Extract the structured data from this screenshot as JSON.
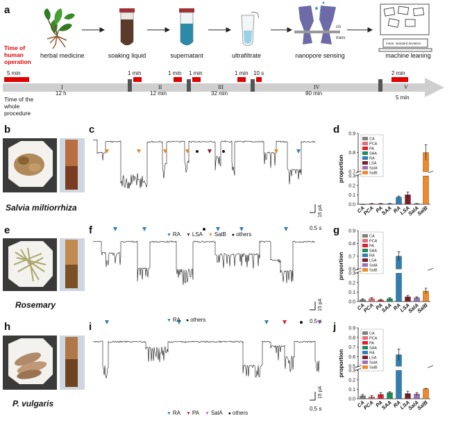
{
  "panel_a": {
    "label": "a",
    "steps": [
      "herbal medicine",
      "soaking liquid",
      "supernatant",
      "ultrafiltrate",
      "nanopore sensing",
      "machine leaning"
    ],
    "human_time_label": "Time of\nhuman\noperation",
    "whole_time_label": "Time of the\nwhole\nprocedure",
    "human_times": [
      "5 min",
      "1 min",
      "1 min",
      "1 min",
      "1 min",
      "10 s",
      "2 min"
    ],
    "phases": [
      {
        "roman": "I",
        "duration": "12 h"
      },
      {
        "roman": "II",
        "duration": "12 min"
      },
      {
        "roman": "III",
        "duration": "32 min"
      },
      {
        "roman": "IV",
        "duration": "80 min"
      },
      {
        "roman": "V",
        "duration": "5 min"
      }
    ],
    "nanopore_cis": "cis",
    "nanopore_trans": "trans",
    "screen_text": "mean, standard deviation"
  },
  "rows": [
    {
      "photo_label": "b",
      "herb_name": "Salvia miltiorrhiza",
      "trace_label": "c",
      "bar_label": "d",
      "legend": [
        {
          "text": "RA",
          "color": "#2f7fb5"
        },
        {
          "text": "LSA",
          "color": "#8b1a2b"
        },
        {
          "text": "SalB",
          "color": "#e08a2a"
        },
        {
          "text": "others",
          "color": "#111111"
        }
      ],
      "scale_t": "0.5 s",
      "scale_i": "15 pA"
    },
    {
      "photo_label": "e",
      "herb_name": "Rosemary",
      "trace_label": "f",
      "bar_label": "g",
      "legend": [
        {
          "text": "RA",
          "color": "#2f7fb5"
        },
        {
          "text": "others",
          "color": "#111111"
        }
      ],
      "scale_t": "0.5 s",
      "scale_i": "15 pA"
    },
    {
      "photo_label": "h",
      "herb_name": "P. vulgaris",
      "trace_label": "i",
      "bar_label": "j",
      "legend": [
        {
          "text": "RA",
          "color": "#2f7fb5"
        },
        {
          "text": "PA",
          "color": "#e02030"
        },
        {
          "text": "SalA",
          "color": "#b070c0"
        },
        {
          "text": "others",
          "color": "#111111"
        }
      ],
      "scale_t": "0.5 s",
      "scale_i": "15 pA"
    }
  ],
  "chart_data": [
    {
      "type": "bar",
      "panel": "d",
      "categories": [
        "CA",
        "PCA",
        "PA",
        "SAA",
        "RA",
        "LSA",
        "SalA",
        "SalB"
      ],
      "values": [
        0.0,
        0.005,
        0.005,
        0.005,
        0.075,
        0.1,
        0.005,
        0.8
      ],
      "errors": [
        0.0,
        0.003,
        0.003,
        0.003,
        0.012,
        0.03,
        0.003,
        0.04
      ],
      "ylabel": "proportion",
      "ylim": [
        0,
        0.9
      ],
      "yticks": [
        "0.0",
        "0.1",
        "0.2",
        "0.3",
        "0.7",
        "0.8",
        "0.9"
      ],
      "axis_break": [
        0.3,
        0.7
      ],
      "legend": [
        "CA",
        "PCA",
        "PA",
        "SAA",
        "RA",
        "LSA",
        "SalA",
        "SalB"
      ]
    },
    {
      "type": "bar",
      "panel": "g",
      "categories": [
        "CA",
        "PCA",
        "PA",
        "SAA",
        "RA",
        "LSA",
        "SalA",
        "SalB"
      ],
      "values": [
        0.02,
        0.03,
        0.015,
        0.03,
        0.7,
        0.05,
        0.04,
        0.11
      ],
      "errors": [
        0.01,
        0.01,
        0.008,
        0.01,
        0.035,
        0.015,
        0.01,
        0.03
      ],
      "ylabel": "proportion",
      "ylim": [
        0,
        0.9
      ],
      "yticks": [
        "0.0",
        "0.1",
        "0.2",
        "0.3",
        "0.6",
        "0.7",
        "0.8",
        "0.9"
      ],
      "axis_break": [
        0.3,
        0.6
      ],
      "legend": [
        "CA",
        "PCA",
        "PA",
        "SAA",
        "RA",
        "LSA",
        "SalA",
        "SalB"
      ]
    },
    {
      "type": "bar",
      "panel": "j",
      "categories": [
        "CA",
        "PCA",
        "PA",
        "SAA",
        "RA",
        "LSA",
        "SalA",
        "SalB"
      ],
      "values": [
        0.03,
        0.02,
        0.045,
        0.065,
        0.62,
        0.055,
        0.05,
        0.105
      ],
      "errors": [
        0.015,
        0.015,
        0.02,
        0.01,
        0.06,
        0.025,
        0.015,
        0.005
      ],
      "ylabel": "proportion",
      "ylim": [
        0,
        0.9
      ],
      "yticks": [
        "0.0",
        "0.1",
        "0.2",
        "0.3",
        "0.5",
        "0.6",
        "0.7",
        "0.8",
        "0.9"
      ],
      "axis_break": [
        0.3,
        0.5
      ],
      "legend": [
        "CA",
        "PCA",
        "PA",
        "SAA",
        "RA",
        "LSA",
        "SalA",
        "SalB"
      ]
    }
  ],
  "colors": {
    "CA": "#808080",
    "PCA": "#e06e78",
    "PA": "#e02030",
    "SAA": "#1e8a5a",
    "RA": "#2f7fb5",
    "LSA": "#7a1f2b",
    "SalA": "#9b72b5",
    "SalB": "#f08a28",
    "timeline": "#c9c9c9",
    "human": "#e00000"
  }
}
